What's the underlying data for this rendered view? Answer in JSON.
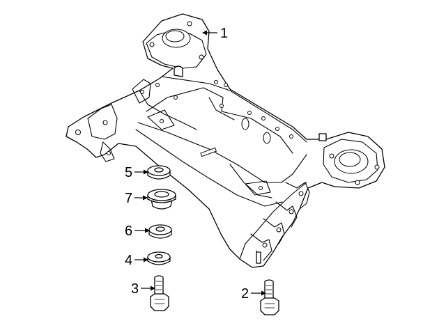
{
  "diagram": {
    "callouts": [
      {
        "id": "subframe",
        "label": "1"
      },
      {
        "id": "bolt-right",
        "label": "2"
      },
      {
        "id": "bolt-left",
        "label": "3"
      },
      {
        "id": "washer-lower",
        "label": "4"
      },
      {
        "id": "bushing-upper",
        "label": "5"
      },
      {
        "id": "bushing-middle",
        "label": "6"
      },
      {
        "id": "bushing-stepped",
        "label": "7"
      }
    ]
  }
}
